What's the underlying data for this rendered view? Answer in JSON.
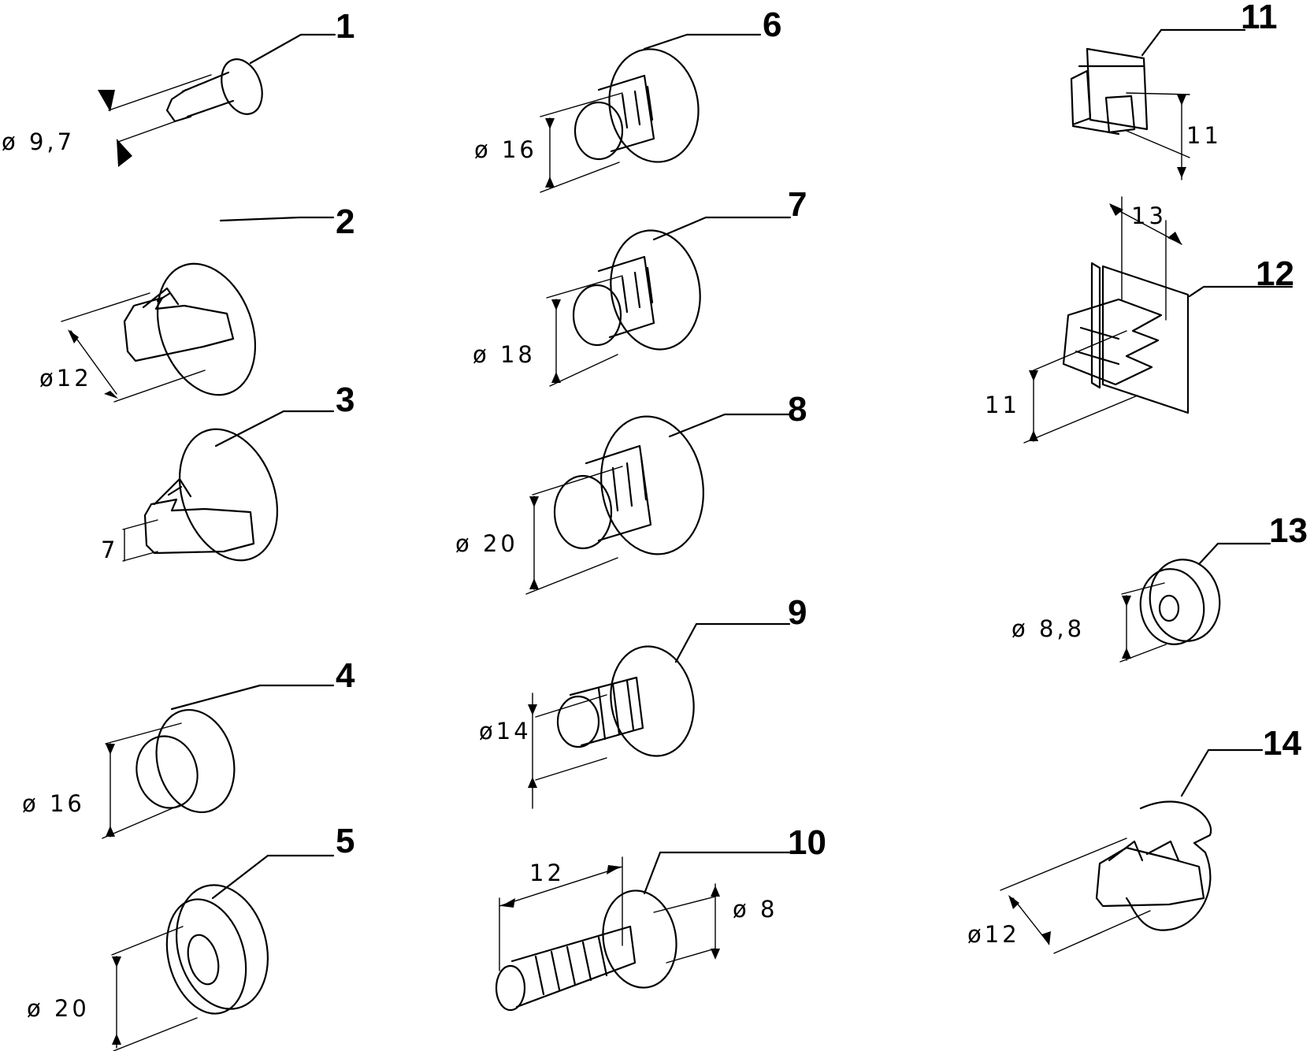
{
  "parts": [
    {
      "number": "1",
      "dimension": "ø 9,7"
    },
    {
      "number": "2",
      "dimension": "ø12"
    },
    {
      "number": "3",
      "dimension": "7"
    },
    {
      "number": "4",
      "dimension": "ø 16"
    },
    {
      "number": "5",
      "dimension": "ø 20"
    },
    {
      "number": "6",
      "dimension": "ø 16"
    },
    {
      "number": "7",
      "dimension": "ø 18"
    },
    {
      "number": "8",
      "dimension": "ø 20"
    },
    {
      "number": "9",
      "dimension": "ø14"
    },
    {
      "number": "10",
      "dimension": "ø 8",
      "dimension_2": "12"
    },
    {
      "number": "11",
      "dimension": "11"
    },
    {
      "number": "12",
      "dimension": "11",
      "dimension_2": "13"
    },
    {
      "number": "13",
      "dimension": "ø 8,8"
    },
    {
      "number": "14",
      "dimension": "ø12"
    }
  ]
}
